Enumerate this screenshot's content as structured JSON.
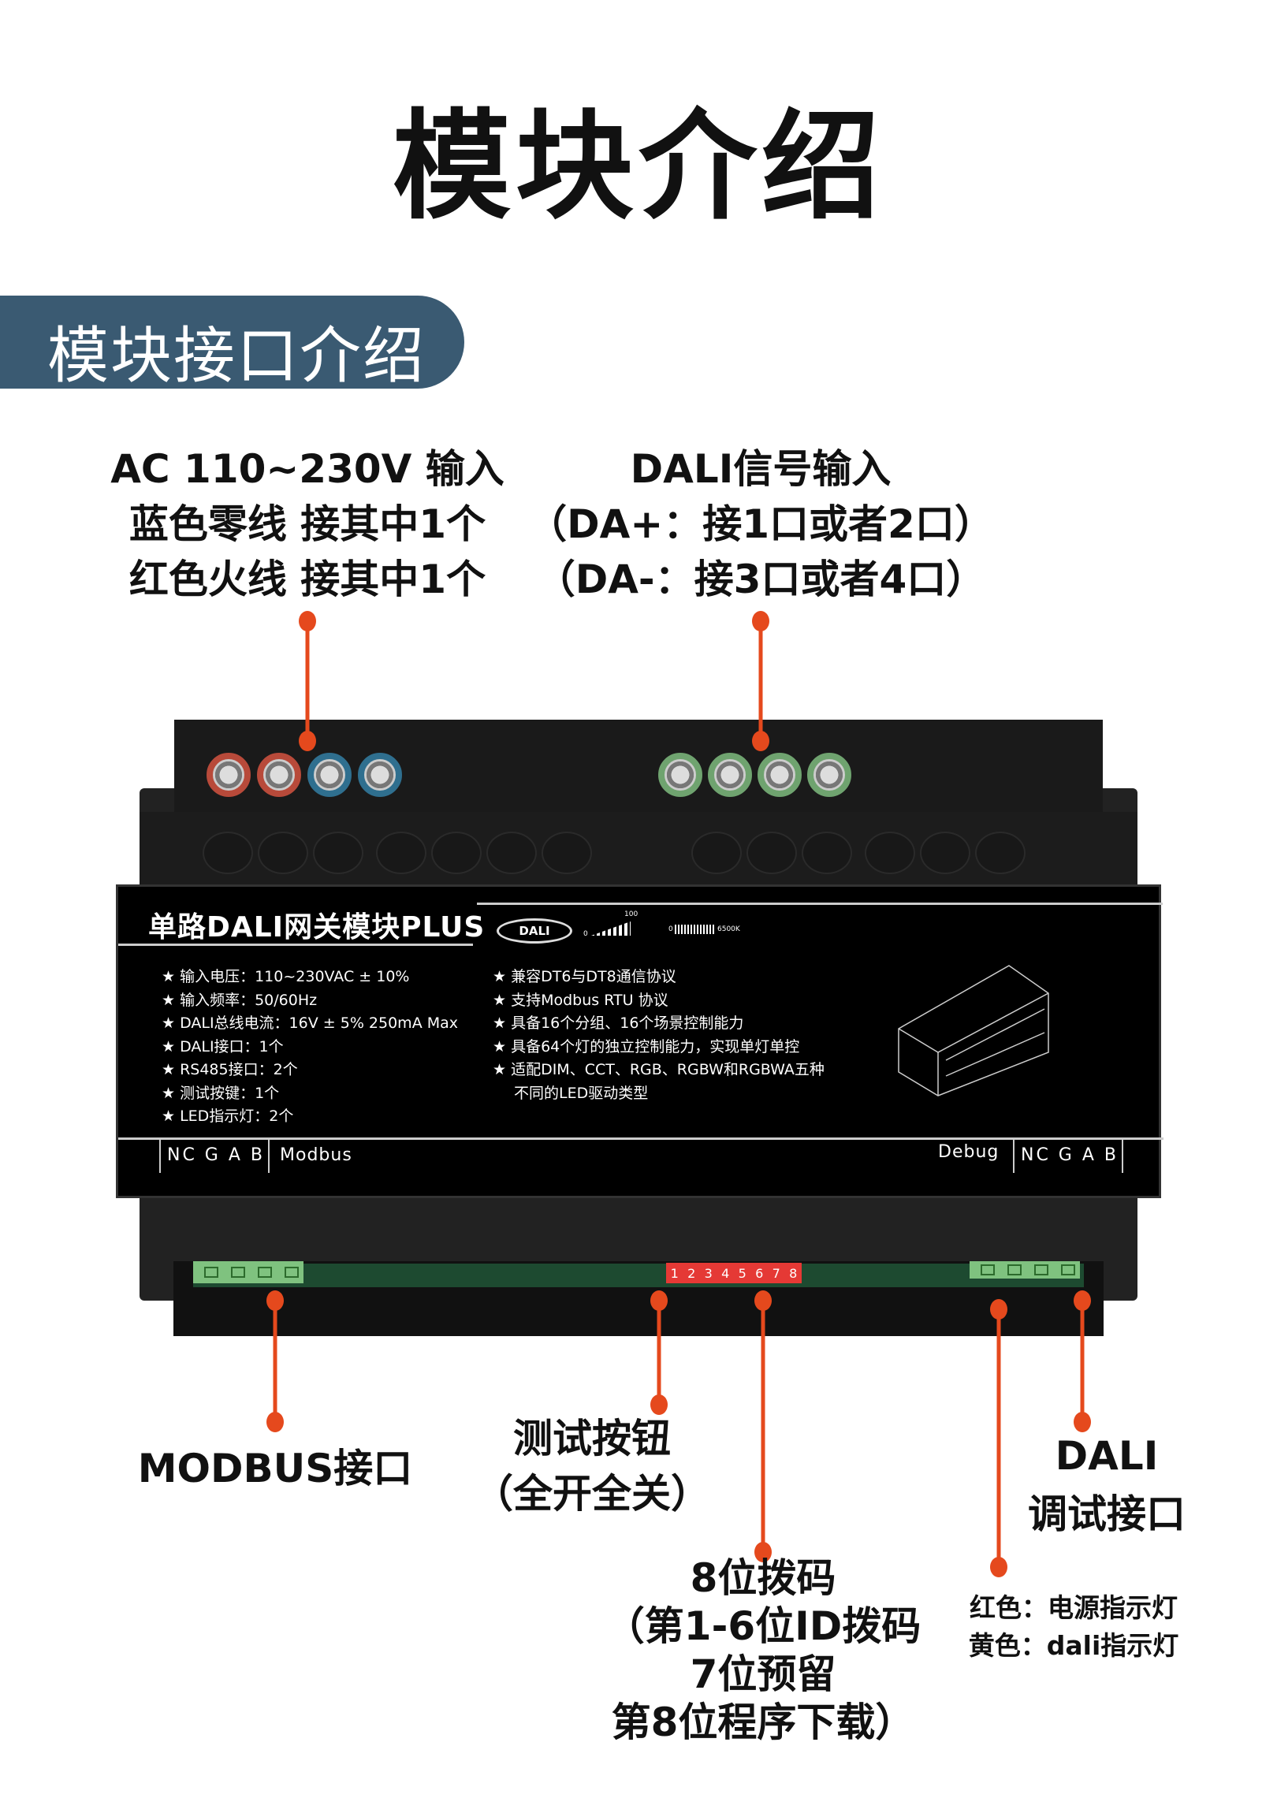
{
  "title": "模块介绍",
  "section_banner": "模块接口介绍",
  "colors": {
    "banner": "#3a5a72",
    "callout_line": "#e5491d",
    "panel": "#000000",
    "dip_switch": "#e53935",
    "terminal_red": "#b84a3a",
    "terminal_blue": "#2f6f8f",
    "terminal_green": "#6fa36f"
  },
  "callouts": {
    "power": [
      "AC 110~230V 输入",
      "蓝色零线 接其中1个",
      "红色火线 接其中1个"
    ],
    "dali_input": [
      "DALI信号输入",
      "（DA+：接1口或者2口）",
      "（DA-：接3口或者4口）"
    ],
    "modbus": [
      "MODBUS接口"
    ],
    "test_button": [
      "测试按钮",
      "（全开全关）"
    ],
    "dip_switch": [
      "8位拨码",
      "（第1-6位ID拨码",
      "7位预留",
      "第8位程序下载）"
    ],
    "dali_debug": [
      "DALI",
      "调试接口"
    ],
    "indicator": [
      "红色：电源指示灯",
      "黄色：dali指示灯"
    ]
  },
  "device": {
    "name": "单路DALI网关模块PLUS",
    "logo": "DALI",
    "dim_scale": {
      "min": "0",
      "max": "100"
    },
    "cct_scale": {
      "min": "0",
      "max": "6500K"
    },
    "specs_left": [
      "输入电压：110~230VAC ± 10%",
      "输入频率：50/60Hz",
      "DALI总线电流：16V ± 5% 250mA Max",
      "DALI接口：1个",
      "RS485接口：2个",
      "测试按键：1个",
      "LED指示灯：2个"
    ],
    "specs_right": [
      "兼容DT6与DT8通信协议",
      "支持Modbus RTU 协议",
      "具备16个分组、16个场景控制能力",
      "具备64个灯的独立控制能力，实现单灯单控",
      "适配DIM、CCT、RGB、RGBW和RGBWA五种"
    ],
    "specs_right_cont": "不同的LED驱动类型",
    "bottom_left_pins": "NC G A B",
    "bottom_left_label": "Modbus",
    "bottom_right_label": "Debug",
    "bottom_right_pins": "NC G A B",
    "dip_numbers": [
      "1",
      "2",
      "3",
      "4",
      "5",
      "6",
      "7",
      "8"
    ]
  }
}
